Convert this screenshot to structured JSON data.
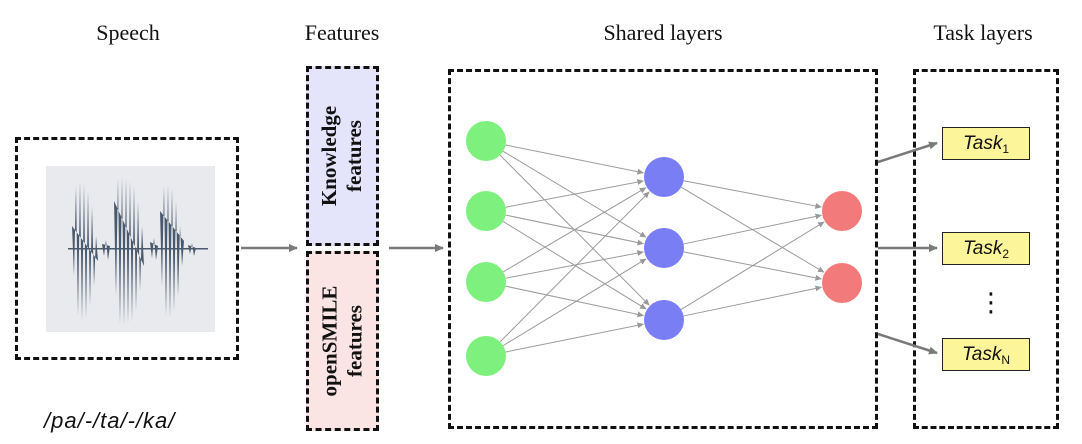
{
  "headers": {
    "speech": "Speech",
    "features": "Features",
    "shared": "Shared layers",
    "task": "Task layers"
  },
  "features": {
    "knowledge_line1": "Knowledge",
    "knowledge_line2": "features",
    "opensmile_line1": "openSMILE",
    "opensmile_line2": "features"
  },
  "tasks": [
    {
      "name": "Task",
      "sub": "1"
    },
    {
      "name": "Task",
      "sub": "2"
    },
    {
      "name": "Task",
      "sub": "N"
    }
  ],
  "ellipsis": "⋮",
  "phonemes": "/pa/-/ta/-/ka/",
  "colors": {
    "knowledge_bg": "#e4e4fb",
    "opensmile_bg": "#fbe4e4",
    "input_node": "#7ef07e",
    "hidden_node": "#7a7ef5",
    "output_node": "#f37a7a",
    "task_bg": "#fdf59a",
    "arrow": "#7a7a7a",
    "waveform": "#4a5a6e"
  },
  "network": {
    "layers": [
      4,
      3,
      2
    ]
  }
}
